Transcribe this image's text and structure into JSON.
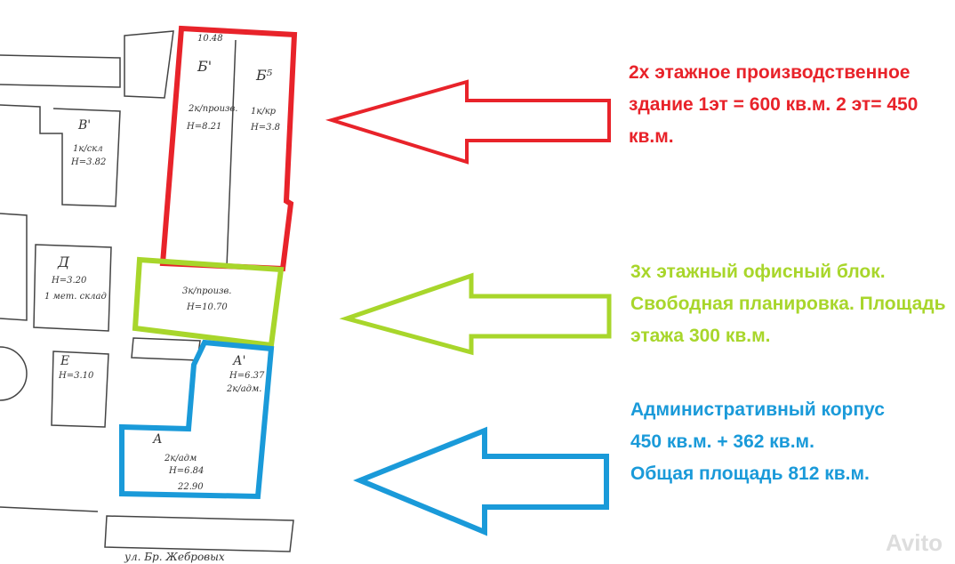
{
  "annotations": [
    {
      "id": "production",
      "color": "#e8232a",
      "text": "2х этажное производственное здание 1эт = 600 кв.м. 2 эт= 450 кв.м."
    },
    {
      "id": "office",
      "color": "#a8d62b",
      "text": "3х этажный офисный блок. Свободная планировка. Площадь этажа 300 кв.м."
    },
    {
      "id": "admin",
      "color": "#1a9ad9",
      "text": "Административный корпус\n450 кв.м. + 362 кв.м.\nОбщая площадь 812 кв.м."
    }
  ],
  "plan_labels": {
    "b1": "Б'",
    "b1_use": "2к/произв.",
    "b1_h": "Н=8.21",
    "b1_w": "10.48",
    "b5": "Б⁵",
    "b5_use": "1к/кр",
    "b5_h": "Н=3.8",
    "v1": "В'",
    "v1_use": "1к/скл",
    "v1_h": "Н=3.82",
    "d": "Д",
    "d_h": "Н=3.20",
    "d_use": "1 мет. склад",
    "e": "Е",
    "e_h": "Н=3.10",
    "green_use": "3к/произв.",
    "green_h": "Н=10.70",
    "a1": "А'",
    "a1_h": "Н=6.37",
    "a1_use": "2к/адм.",
    "a": "А",
    "a_use": "2к/адм",
    "a_h": "Н=6.84",
    "a_w": "22.90",
    "bottom": "ул. Бр. Жебровых"
  },
  "watermark": "Avito"
}
